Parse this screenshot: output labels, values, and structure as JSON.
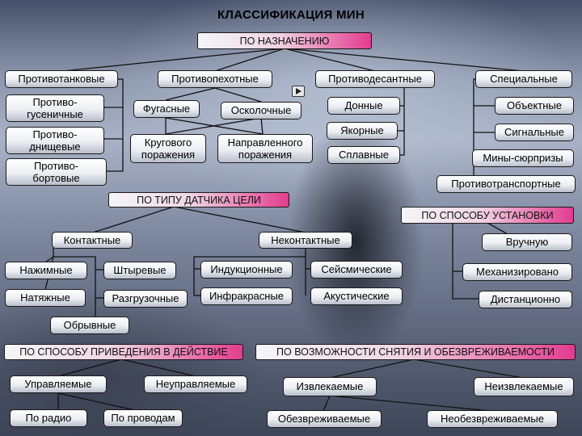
{
  "title": "КЛАССИФИКАЦИЯ МИН",
  "headers": {
    "purpose": "ПО НАЗНАЧЕНИЮ",
    "sensor": "ПО ТИПУ ДАТЧИКА ЦЕЛИ",
    "install": "ПО СПОСОБУ УСТАНОВКИ",
    "activation": "ПО СПОСОБУ ПРИВЕДЕНИЯ В ДЕЙСТВИЕ",
    "removal": "ПО ВОЗМОЖНОСТИ СНЯТИЯ И ОБЕЗВРЕЖИВАЕМОСТИ"
  },
  "purpose": {
    "antitank": "Противотанковые",
    "track": "Противо-\nгусеничные",
    "bottom": "Противо-\nднищевые",
    "side": "Противо-\nбортовые",
    "antipersonnel": "Противопехотные",
    "blast": "Фугасные",
    "fragmentation": "Осколочные",
    "circular": "Кругового\nпоражения",
    "directional": "Направленного\nпоражения",
    "antilanding": "Противодесантные",
    "seabed": "Донные",
    "anchored": "Якорные",
    "floating": "Сплавные",
    "special": "Специальные",
    "object": "Объектные",
    "signal": "Сигнальные",
    "booby": "Мины-сюрпризы",
    "antitransport": "Противотранспортные"
  },
  "sensor": {
    "contact": "Контактные",
    "noncontact": "Неконтактные",
    "pressure": "Нажимные",
    "tripwire": "Натяжные",
    "rod": "Штыревые",
    "unloading": "Разгрузочные",
    "breakwire": "Обрывные",
    "induction": "Индукционные",
    "infrared": "Инфракрасные",
    "seismic": "Сейсмические",
    "acoustic": "Акустические"
  },
  "install": {
    "manual": "Вручную",
    "mechanized": "Механизировано",
    "remote": "Дистанционно"
  },
  "activation": {
    "controlled": "Управляемые",
    "uncontrolled": "Неуправляемые",
    "radio": "По радио",
    "wire": "По проводам"
  },
  "removal": {
    "retrievable": "Извлекаемые",
    "nonretrievable": "Неизвлекаемые",
    "neutralizable": "Обезвреживаемые",
    "nonneutralizable": "Необезвреживаемые"
  }
}
